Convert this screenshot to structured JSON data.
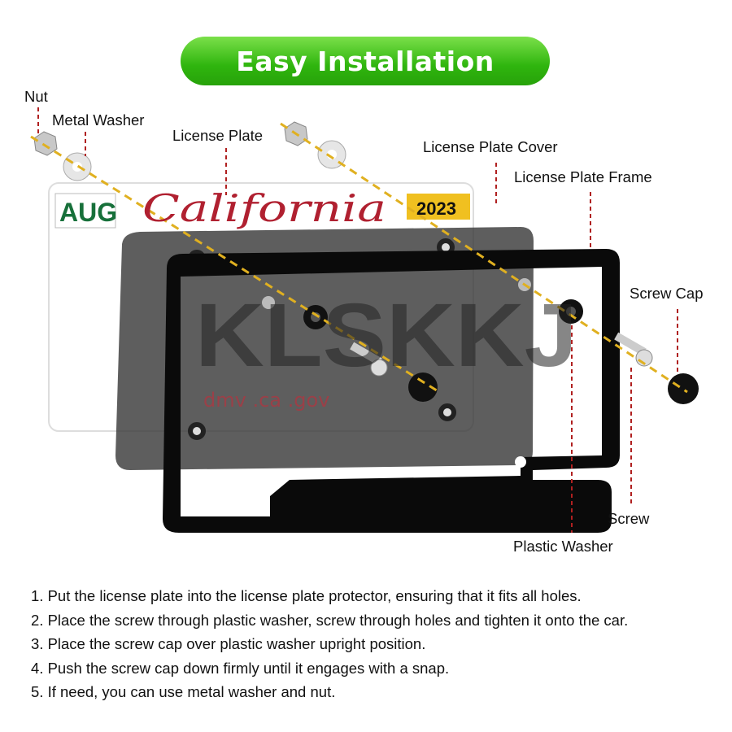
{
  "title": "Easy Installation",
  "labels": {
    "nut": "Nut",
    "metal_washer": "Metal Washer",
    "license_plate": "License Plate",
    "license_plate_cover": "License Plate Cover",
    "license_plate_frame": "License Plate Frame",
    "screw_cap": "Screw Cap",
    "screw": "Screw",
    "plastic_washer": "Plastic Washer"
  },
  "plate": {
    "month": "AUG",
    "state": "California",
    "year": "2023",
    "number": "KLSKKJ",
    "website": "dmv .ca .gov"
  },
  "colors": {
    "title_green": "#2fb50e",
    "guide_line": "#e0b020",
    "leader_line": "#b02020"
  },
  "steps": [
    "1. Put the license plate into the license plate protector, ensuring that it fits all holes.",
    "2. Place the screw through plastic washer, screw through holes and tighten it onto the car.",
    "3. Place the screw cap over plastic washer upright position.",
    "4. Push the screw cap down firmly until it engages with a snap.",
    "5. If need, you can use metal washer and nut."
  ]
}
